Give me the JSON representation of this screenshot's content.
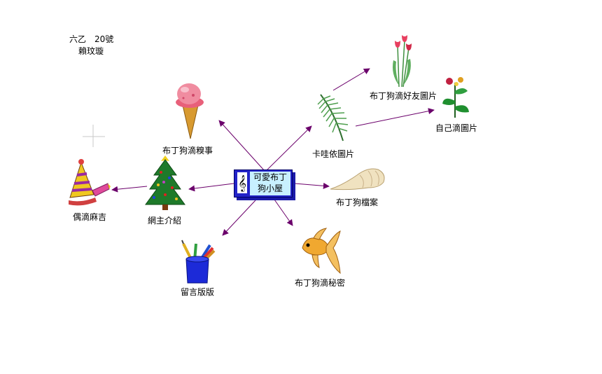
{
  "header": {
    "line1": "六乙　20號",
    "line2": "賴玟璇"
  },
  "center": {
    "line1": "可愛布丁",
    "line2": "狗小屋",
    "icon": "treble-clef-icon"
  },
  "nodes": [
    {
      "id": "stories",
      "label": "布丁狗滴糗事",
      "icon": "ice-cream-icon"
    },
    {
      "id": "kawaii-pics",
      "label": "卡哇依圖片",
      "icon": "palm-leaf-icon"
    },
    {
      "id": "friends-pics",
      "label": "布丁狗滴好友圖片",
      "icon": "tulips-icon"
    },
    {
      "id": "own-pics",
      "label": "自己滴圖片",
      "icon": "flower-plant-icon"
    },
    {
      "id": "files",
      "label": "布丁狗檔案",
      "icon": "seashell-icon"
    },
    {
      "id": "secrets",
      "label": "布丁狗滴秘密",
      "icon": "goldfish-icon"
    },
    {
      "id": "guestbook",
      "label": "留言版版",
      "icon": "pencil-cup-icon"
    },
    {
      "id": "webmaster",
      "label": "網主介紹",
      "icon": "christmas-tree-icon"
    },
    {
      "id": "idols",
      "label": "偶滴麻吉",
      "icon": "party-hat-icon"
    }
  ],
  "colors": {
    "arrow": "#6b006b",
    "center_box": "#2323c8",
    "center_text_bg": "#c8f0ff"
  }
}
